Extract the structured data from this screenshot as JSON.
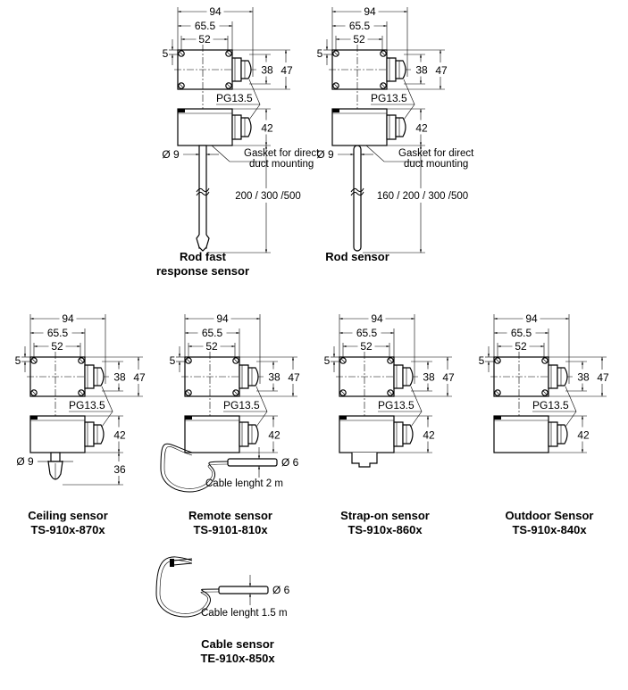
{
  "dimensions": {
    "width_total": "94",
    "width_mid": "65.5",
    "width_holes": "52",
    "hole_offset": "5",
    "gland_height": "38",
    "height_total": "47",
    "side_height": "42",
    "gland_label": "PG13.5",
    "rod_diameter": "Ø 9",
    "probe_length": "36",
    "cable_diameter": "Ø 6"
  },
  "sensors": [
    {
      "id": "rod-fast",
      "title_lines": [
        "Rod fast",
        "response sensor"
      ],
      "rod_length": "200 / 300 /500",
      "gasket_lines": [
        "Gasket for direct",
        "duct mounting"
      ]
    },
    {
      "id": "rod",
      "title_lines": [
        "Rod sensor"
      ],
      "rod_length": "160 / 200 / 300 /500",
      "gasket_lines": [
        "Gasket for direct",
        "duct mounting"
      ]
    },
    {
      "id": "ceiling",
      "title_lines": [
        "Ceiling sensor",
        "TS-910x-870x"
      ]
    },
    {
      "id": "remote",
      "title_lines": [
        "Remote sensor",
        "TS-9101-810x"
      ],
      "cable_note": "Cable lenght 2 m"
    },
    {
      "id": "strap-on",
      "title_lines": [
        "Strap-on sensor",
        "TS-910x-860x"
      ]
    },
    {
      "id": "outdoor",
      "title_lines": [
        "Outdoor Sensor",
        "TS-910x-840x"
      ]
    },
    {
      "id": "cable",
      "title_lines": [
        "Cable sensor",
        "TE-910x-850x"
      ],
      "cable_note": "Cable lenght 1.5 m"
    }
  ]
}
